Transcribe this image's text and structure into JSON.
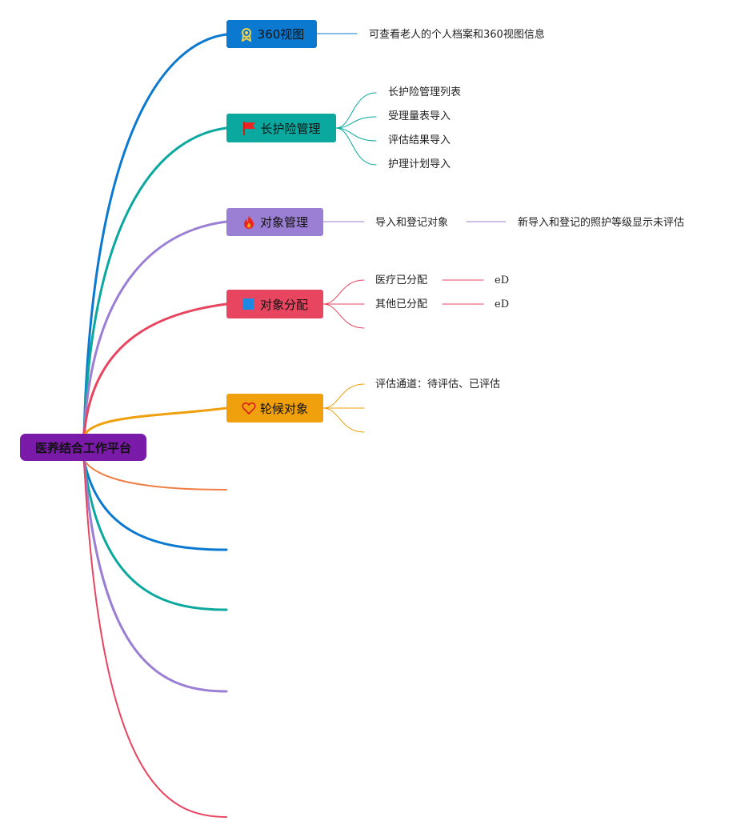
{
  "root": {
    "label": "医养结合工作平台",
    "color": "#7a1aa8"
  },
  "branches": [
    {
      "label": "360视图",
      "color": "#0b79d0",
      "icon": "award-ribbon-icon",
      "children": [
        "可查看老人的个人档案和360视图信息"
      ]
    },
    {
      "label": "长护险管理",
      "color": "#0aa89e",
      "icon": "red-flag-icon",
      "children": [
        "长护险管理列表",
        "受理量表导入",
        "评估结果导入",
        "护理计划导入"
      ]
    },
    {
      "label": "对象管理",
      "color": "#9b7fd4",
      "icon": "fire-icon",
      "children": [
        "导入和登记对象"
      ],
      "grandchildren": [
        "新导入和登记的照护等级显示未评估"
      ]
    },
    {
      "label": "对象分配",
      "color": "#e84660",
      "icon": "blue-square-icon",
      "children": [
        "医疗已分配",
        "其他已分配",
        ""
      ],
      "grandchildren": [
        "eD",
        "eD"
      ]
    },
    {
      "label": "轮候对象",
      "color": "#f0a00c",
      "icon": "heart-outline-icon",
      "children": [
        "评估通道：待评估、已评估",
        "",
        ""
      ]
    }
  ],
  "empty_branch_colors": [
    "#f07f45",
    "#0b79d0",
    "#0aa89e",
    "#9b7fd4",
    "#e84660"
  ]
}
